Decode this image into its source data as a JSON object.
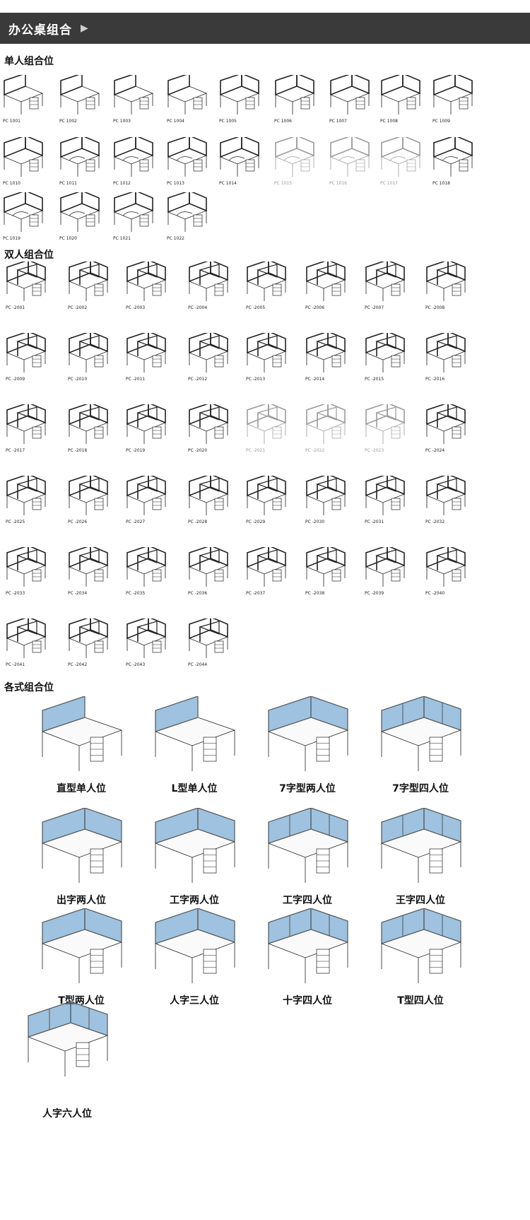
{
  "header": {
    "title": "办公桌组合",
    "arrow_icon": "chevron-right-icon"
  },
  "sections": {
    "single": {
      "title": "单人组合位"
    },
    "double": {
      "title": "双人组合位"
    },
    "various": {
      "title": "各式组合位"
    }
  },
  "single_items": [
    {
      "code": "PC 1001",
      "variant": "straight"
    },
    {
      "code": "PC 1002",
      "variant": "straight"
    },
    {
      "code": "PC 1003",
      "variant": "straight"
    },
    {
      "code": "PC 1004",
      "variant": "straight"
    },
    {
      "code": "PC 1005",
      "variant": "l"
    },
    {
      "code": "PC 1006",
      "variant": "l"
    },
    {
      "code": "PC 1007",
      "variant": "l"
    },
    {
      "code": "PC 1008",
      "variant": "l"
    },
    {
      "code": "PC 1009",
      "variant": "l"
    },
    {
      "code": "PC 1010",
      "variant": "l"
    },
    {
      "code": "PC 1011",
      "variant": "curve"
    },
    {
      "code": "PC 1012",
      "variant": "curve"
    },
    {
      "code": "PC 1013",
      "variant": "curve"
    },
    {
      "code": "PC 1014",
      "variant": "curve"
    },
    {
      "code": "PC 1015",
      "variant": "curve",
      "faded": true
    },
    {
      "code": "PC 1016",
      "variant": "curve",
      "faded": true
    },
    {
      "code": "PC 1017",
      "variant": "curve",
      "faded": true
    },
    {
      "code": "PC 1018",
      "variant": "curve"
    },
    {
      "code": "PC 1019",
      "variant": "curve"
    },
    {
      "code": "PC 1020",
      "variant": "curve"
    },
    {
      "code": "PC 1021",
      "variant": "curve"
    },
    {
      "code": "PC 1022",
      "variant": "curve"
    }
  ],
  "double_items": [
    {
      "code": "PC -2001"
    },
    {
      "code": "PC -2002"
    },
    {
      "code": "PC -2003"
    },
    {
      "code": "PC -2004"
    },
    {
      "code": "PC -2005"
    },
    {
      "code": "PC -2006"
    },
    {
      "code": "PC -2007"
    },
    {
      "code": "PC -2008"
    },
    {
      "code": "PC -2009"
    },
    {
      "code": "PC -2010"
    },
    {
      "code": "PC -2011"
    },
    {
      "code": "PC -2012"
    },
    {
      "code": "PC -2013"
    },
    {
      "code": "PC -2014"
    },
    {
      "code": "PC -2015"
    },
    {
      "code": "PC -2016"
    },
    {
      "code": "PC -2017"
    },
    {
      "code": "PC -2018"
    },
    {
      "code": "PC -2019"
    },
    {
      "code": "PC -2020"
    },
    {
      "code": "PC -2021",
      "faded": true
    },
    {
      "code": "PC -2022",
      "faded": true
    },
    {
      "code": "PC -2023",
      "faded": true
    },
    {
      "code": "PC -2024"
    },
    {
      "code": "PC -2025"
    },
    {
      "code": "PC -2026"
    },
    {
      "code": "PC -2027"
    },
    {
      "code": "PC -2028"
    },
    {
      "code": "PC -2029"
    },
    {
      "code": "PC -2030"
    },
    {
      "code": "PC -2031"
    },
    {
      "code": "PC -2032"
    },
    {
      "code": "PC -2033"
    },
    {
      "code": "PC -2034"
    },
    {
      "code": "PC -2035"
    },
    {
      "code": "PC -2036"
    },
    {
      "code": "PC -2037"
    },
    {
      "code": "PC -2038"
    },
    {
      "code": "PC -2039"
    },
    {
      "code": "PC -2040"
    },
    {
      "code": "PC -2041"
    },
    {
      "code": "PC -2042"
    },
    {
      "code": "PC -2043"
    },
    {
      "code": "PC -2044"
    }
  ],
  "various_items": [
    {
      "label": "直型单人位",
      "icon": "straight-single-desk-icon"
    },
    {
      "label": "L型单人位",
      "icon": "l-single-desk-icon"
    },
    {
      "label": "7字型两人位",
      "icon": "seven-two-desk-icon"
    },
    {
      "label": "7字型四人位",
      "icon": "seven-four-desk-icon"
    },
    {
      "label": "出字两人位",
      "icon": "chu-two-desk-icon"
    },
    {
      "label": "工字两人位",
      "icon": "gong-two-desk-icon"
    },
    {
      "label": "工字四人位",
      "icon": "gong-four-desk-icon"
    },
    {
      "label": "王字四人位",
      "icon": "wang-four-desk-icon"
    },
    {
      "label": "T型两人位",
      "icon": "t-two-desk-icon"
    },
    {
      "label": "人字三人位",
      "icon": "ren-three-desk-icon"
    },
    {
      "label": "十字四人位",
      "icon": "cross-four-desk-icon"
    },
    {
      "label": "T型四人位",
      "icon": "t-four-desk-icon"
    },
    {
      "label": "人字六人位",
      "icon": "ren-six-desk-icon"
    }
  ],
  "colors": {
    "header_bg": "#3a3a3a",
    "screen_blue": "#4f8fc6",
    "line": "#222222"
  }
}
